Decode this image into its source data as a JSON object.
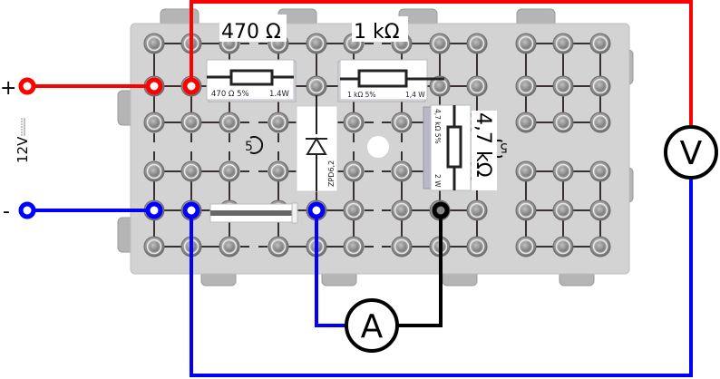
{
  "diagram": {
    "title": "Zener diode circuit on plug-in board",
    "supply": {
      "plus_label": "+",
      "minus_label": "-",
      "voltage_label": "12V",
      "dc_symbol": "⎓"
    },
    "components": {
      "r1": {
        "big_label": "470 Ω",
        "small_value": "470 Ω 5%",
        "small_power": "1.4W"
      },
      "r2": {
        "big_label": "1 kΩ",
        "small_value": "1 kΩ  5%",
        "small_power": "1,4 W"
      },
      "r3": {
        "big_label": "4,7 kΩ",
        "small_value": "4,7 kΩ 5%",
        "small_power": "2 W"
      },
      "diode": {
        "label": "ZPD6,2"
      }
    },
    "meters": {
      "ammeter": {
        "symbol": "A"
      },
      "voltmeter": {
        "symbol": "V"
      }
    },
    "board": {
      "marker_symbol": "5"
    },
    "colors": {
      "positive_wire": "#ff0000",
      "negative_wire": "#0000ff",
      "ground_wire": "#000000",
      "board": "#d3d3d3",
      "socket": "#8a8a8a"
    }
  }
}
